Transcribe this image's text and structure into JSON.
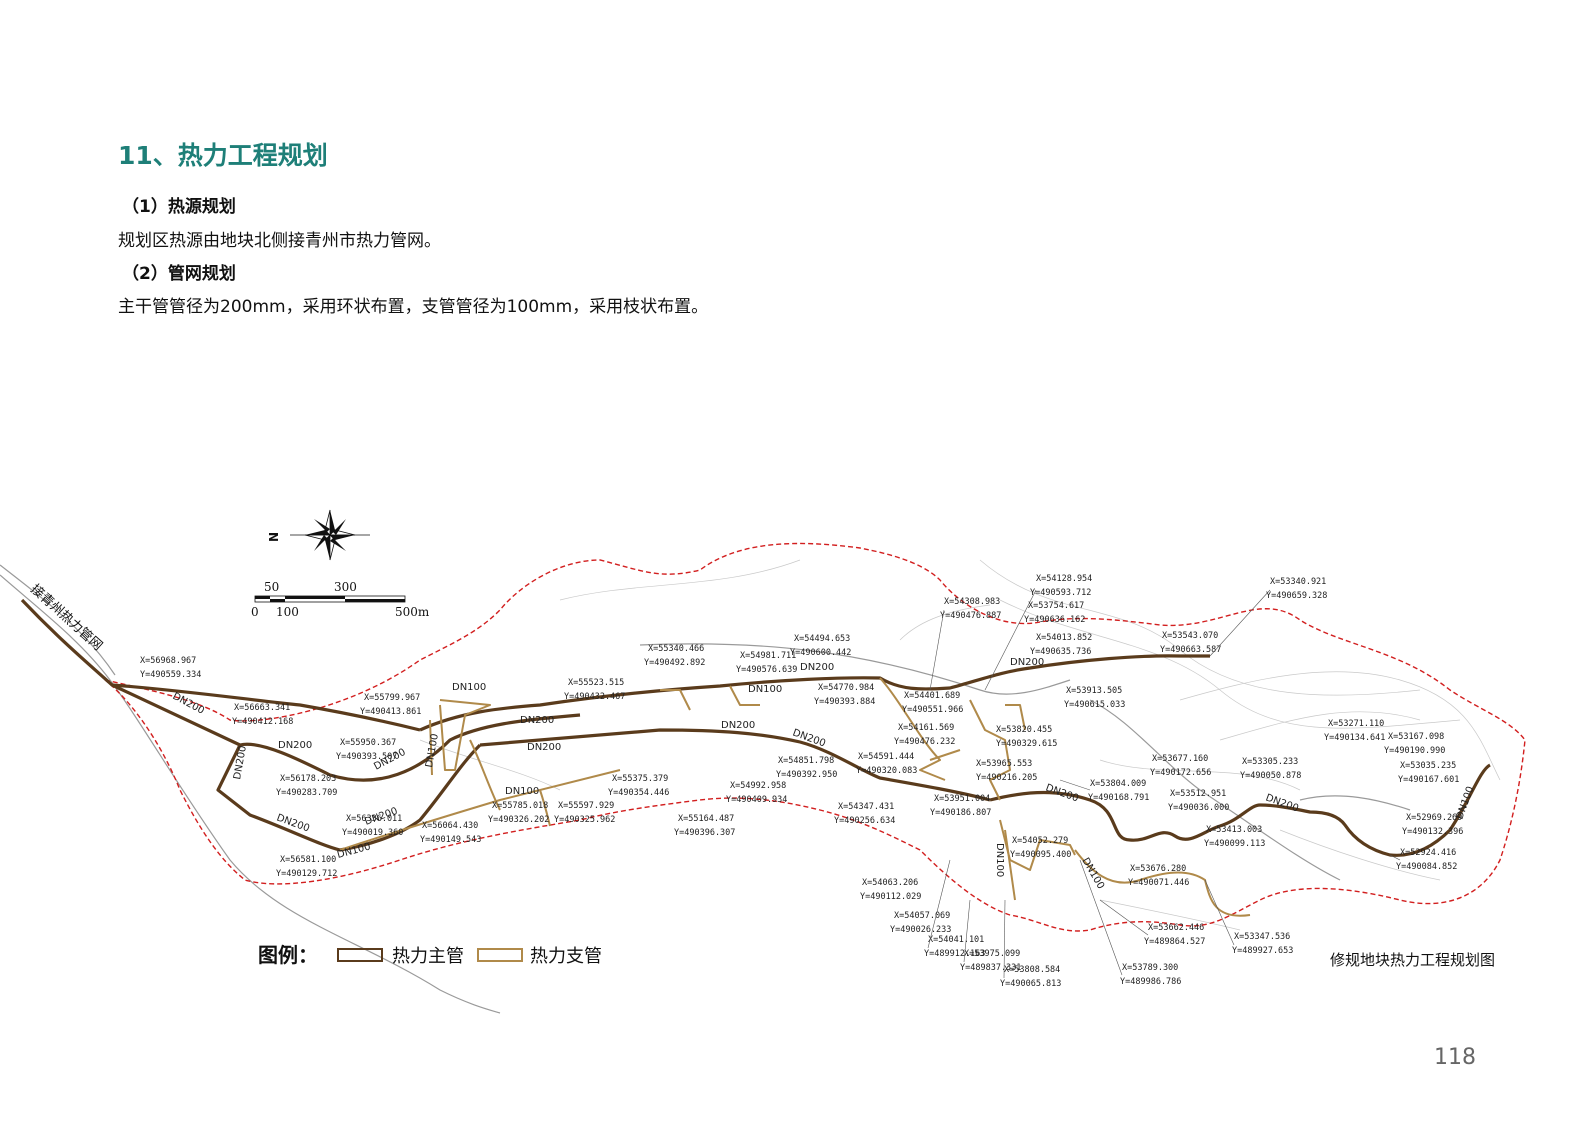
{
  "header": {
    "title": "11、热力工程规划",
    "sub1": "（1）热源规划",
    "para1": "规划区热源由地块北侧接青州市热力管网。",
    "sub2": "（2）管网规划",
    "para2": "主干管管径为200mm，采用环状布置，支管管径为100mm，采用枝状布置。"
  },
  "map": {
    "caption": "修规地块热力工程规划图",
    "north_label": "N",
    "connect_label": "接青州热力管网",
    "scale": {
      "t50": "50",
      "t300": "300",
      "t0": "0",
      "t100": "100",
      "t500": "500m"
    },
    "legend": {
      "title": "图例：",
      "main_label": "热力主管",
      "branch_label": "热力支管",
      "main_color": "#5a3b1c",
      "branch_color": "#b08a4a"
    },
    "boundary_color": "#d21f1f",
    "dn_labels": [
      "DN200",
      "DN200",
      "DN200",
      "DN200",
      "DN200",
      "DN200",
      "DN200",
      "DN200",
      "DN200",
      "DN200",
      "DN200",
      "DN100",
      "DN100",
      "DN100",
      "DN100",
      "DN100",
      "DN100",
      "DN100"
    ],
    "coordinates": [
      {
        "x": "X=56968.967",
        "y": "Y=490559.334"
      },
      {
        "x": "X=56663.341",
        "y": "Y=490412.168"
      },
      {
        "x": "X=56178.203",
        "y": "Y=490283.709"
      },
      {
        "x": "X=56581.100",
        "y": "Y=490129.712"
      },
      {
        "x": "X=55799.967",
        "y": "Y=490413.861"
      },
      {
        "x": "X=55950.367",
        "y": "Y=490393.507"
      },
      {
        "x": "X=56336.011",
        "y": "Y=490019.360"
      },
      {
        "x": "X=56064.430",
        "y": "Y=490149.543"
      },
      {
        "x": "X=55340.466",
        "y": "Y=490492.892"
      },
      {
        "x": "X=55523.515",
        "y": "Y=490432.467"
      },
      {
        "x": "X=55785.018",
        "y": "Y=490326.202"
      },
      {
        "x": "X=55597.929",
        "y": "Y=490325.962"
      },
      {
        "x": "X=55375.379",
        "y": "Y=490354.446"
      },
      {
        "x": "X=55164.487",
        "y": "Y=490396.307"
      },
      {
        "x": "X=54494.653",
        "y": "Y=490600.442"
      },
      {
        "x": "X=54981.711",
        "y": "Y=490576.639"
      },
      {
        "x": "X=54770.984",
        "y": "Y=490393.884"
      },
      {
        "x": "X=54851.798",
        "y": "Y=490392.950"
      },
      {
        "x": "X=54992.958",
        "y": "Y=490409.934"
      },
      {
        "x": "X=54347.431",
        "y": "Y=490256.634"
      },
      {
        "x": "X=54591.444",
        "y": "Y=490320.083"
      },
      {
        "x": "X=54308.983",
        "y": "Y=490476.887"
      },
      {
        "x": "X=54401.689",
        "y": "Y=490551.966"
      },
      {
        "x": "X=54161.569",
        "y": "Y=490476.232"
      },
      {
        "x": "X=54128.954",
        "y": "Y=490593.712"
      },
      {
        "x": "X=53754.617",
        "y": "Y=490636.162"
      },
      {
        "x": "X=54013.852",
        "y": "Y=490635.736"
      },
      {
        "x": "X=53913.505",
        "y": "Y=490615.033"
      },
      {
        "x": "X=53820.455",
        "y": "Y=490329.615"
      },
      {
        "x": "X=53965.553",
        "y": "Y=490216.205"
      },
      {
        "x": "X=53951.004",
        "y": "Y=490186.807"
      },
      {
        "x": "X=54052.279",
        "y": "Y=490095.400"
      },
      {
        "x": "X=54063.206",
        "y": "Y=490112.029"
      },
      {
        "x": "X=54057.069",
        "y": "Y=490026.233"
      },
      {
        "x": "X=54041.101",
        "y": "Y=489912.163"
      },
      {
        "x": "X=53975.099",
        "y": "Y=489837.331"
      },
      {
        "x": "X=53808.584",
        "y": "Y=490065.813"
      },
      {
        "x": "X=53543.070",
        "y": "Y=490663.587"
      },
      {
        "x": "X=53340.921",
        "y": "Y=490659.328"
      },
      {
        "x": "X=53677.160",
        "y": "Y=490172.656"
      },
      {
        "x": "X=53804.009",
        "y": "Y=490168.791"
      },
      {
        "x": "X=53512.951",
        "y": "Y=490036.000"
      },
      {
        "x": "X=53305.233",
        "y": "Y=490050.878"
      },
      {
        "x": "X=53413.003",
        "y": "Y=490099.113"
      },
      {
        "x": "X=53676.280",
        "y": "Y=490071.446"
      },
      {
        "x": "X=53662.446",
        "y": "Y=489864.527"
      },
      {
        "x": "X=53789.300",
        "y": "Y=489986.786"
      },
      {
        "x": "X=53347.536",
        "y": "Y=489927.653"
      },
      {
        "x": "X=53271.110",
        "y": "Y=490134.641"
      },
      {
        "x": "X=53167.098",
        "y": "Y=490190.990"
      },
      {
        "x": "X=53035.235",
        "y": "Y=490167.601"
      },
      {
        "x": "X=52969.269",
        "y": "Y=490132.396"
      },
      {
        "x": "X=52924.416",
        "y": "Y=490084.852"
      }
    ],
    "page_number": "118"
  }
}
